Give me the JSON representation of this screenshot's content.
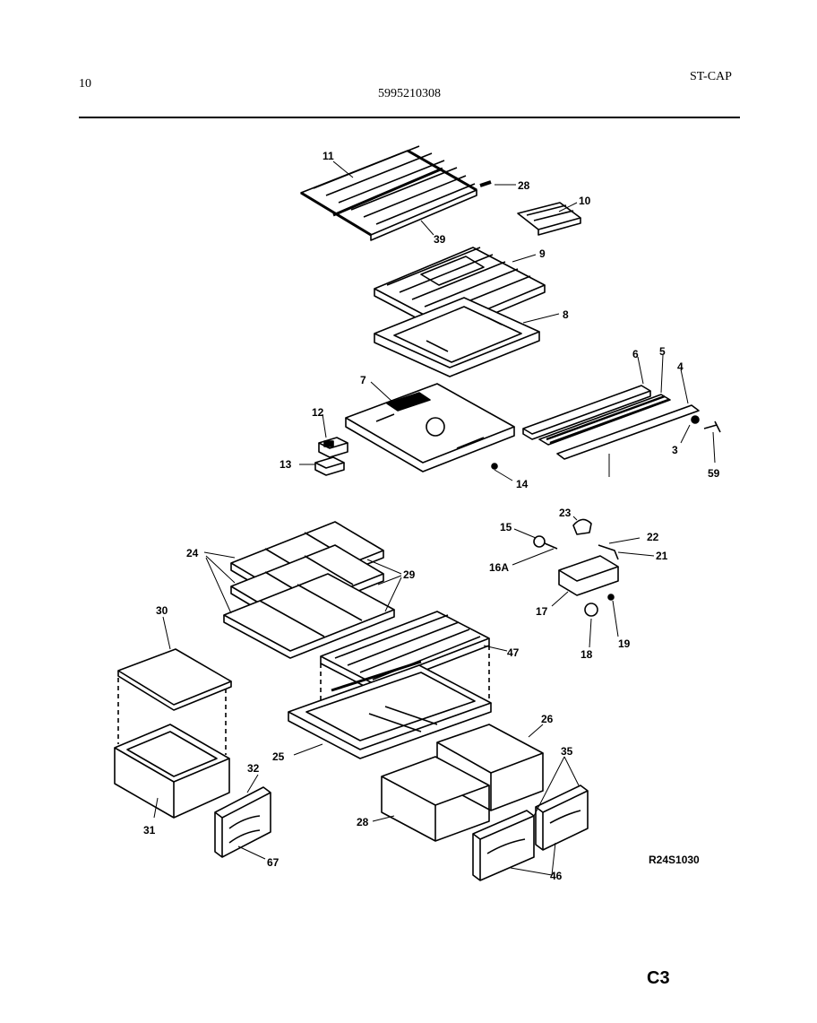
{
  "header": {
    "page_number": "10",
    "part_number": "5995210308",
    "section": "ST-CAP"
  },
  "diagram": {
    "callouts": {
      "c11": "11",
      "c28a": "28",
      "c10": "10",
      "c39": "39",
      "c9": "9",
      "c8": "8",
      "c6": "6",
      "c5": "5",
      "c4": "4",
      "c7": "7",
      "c12": "12",
      "c13": "13",
      "c3": "3",
      "c59": "59",
      "c14": "14",
      "c23": "23",
      "c15": "15",
      "c22": "22",
      "c16a": "16A",
      "c21": "21",
      "c17": "17",
      "c18": "18",
      "c19": "19",
      "c24": "24",
      "c29": "29",
      "c30": "30",
      "c47": "47",
      "c26": "26",
      "c25": "25",
      "c32": "32",
      "c35": "35",
      "c31": "31",
      "c28b": "28",
      "c67": "67",
      "c46": "46"
    }
  },
  "footer": {
    "drawing_code": "R24S1030",
    "page_code": "C3"
  }
}
